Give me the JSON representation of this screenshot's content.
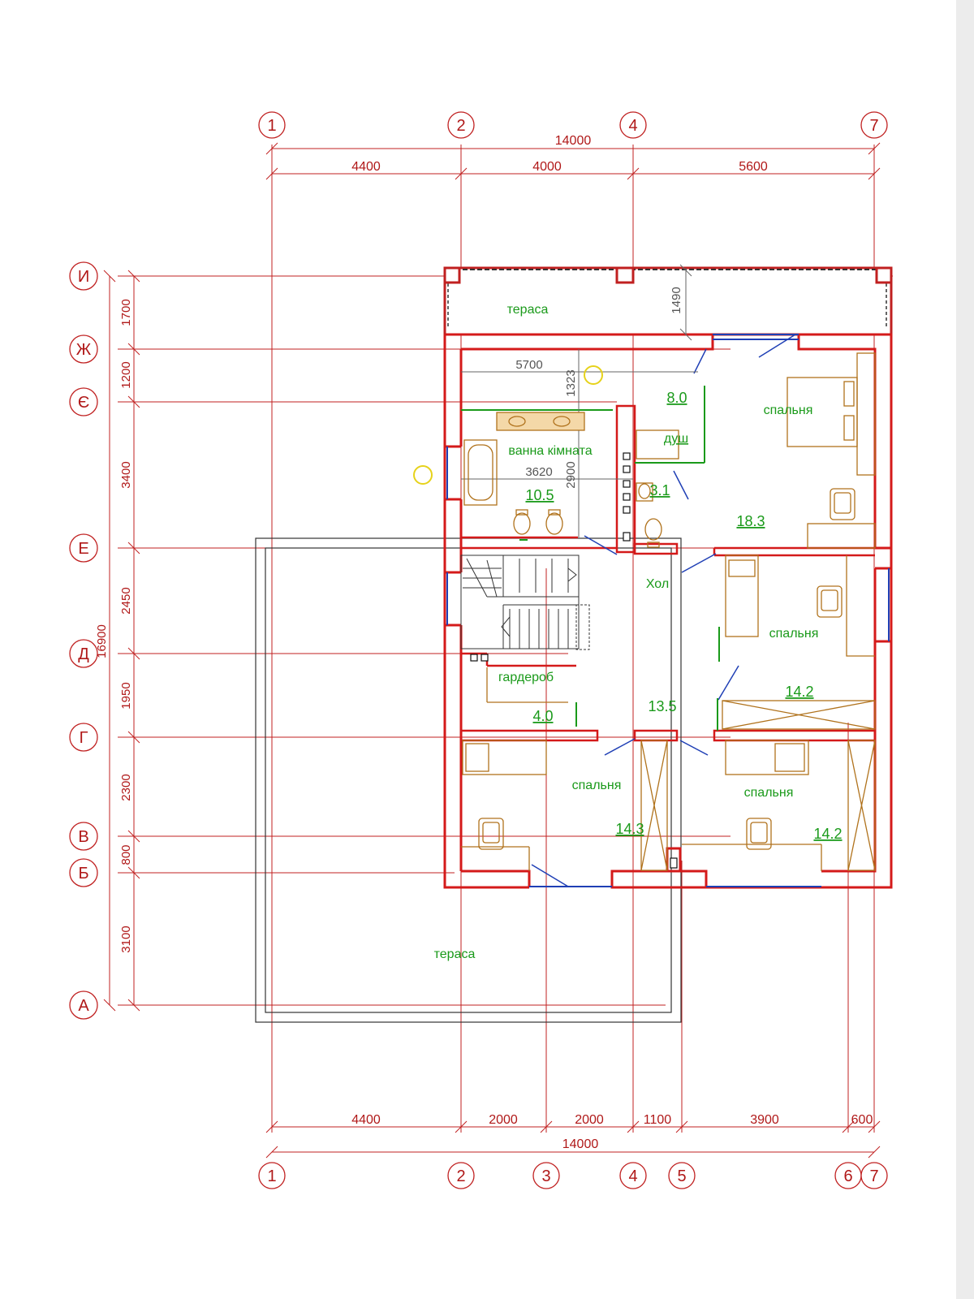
{
  "plan": {
    "col_axes_top": [
      "1",
      "2",
      "4",
      "7"
    ],
    "col_axes_bottom": [
      "1",
      "2",
      "3",
      "4",
      "5",
      "6",
      "7"
    ],
    "row_axes": [
      "И",
      "Ж",
      "Є",
      "Е",
      "Д",
      "Г",
      "В",
      "Б",
      "А"
    ],
    "top_dims": {
      "total": "14000",
      "d1": "4400",
      "d2": "4000",
      "d3": "5600"
    },
    "bottom_dims": {
      "total": "14000",
      "d1": "4400",
      "d2": "2000",
      "d3": "2000",
      "d4": "1100",
      "d5": "3900",
      "d6": "600"
    },
    "left_dims": {
      "total": "16900",
      "r1": "1700",
      "r2": "1200",
      "r3": "3400",
      "r4": "2450",
      "r5": "1950",
      "r6": "2300",
      "r7": "800",
      "r8": "3100"
    },
    "inner_dims": {
      "d5700": "5700",
      "d3620": "3620",
      "d1323": "1323",
      "d2900": "2900",
      "d1490": "1490"
    },
    "rooms": {
      "terrace_top": "тераса",
      "terrace_bottom": "тераса",
      "bathroom": "ванна кімната",
      "bathroom_area": "10.5",
      "shower": "душ",
      "wc_area": "3.1",
      "shower_area": "8.0",
      "bedroom_ne": "спальня",
      "bedroom_ne_area": "18.3",
      "hall": "Хол",
      "hall_area": "13.5",
      "bedroom_e": "спальня",
      "bedroom_e_area": "14.2",
      "wardrobe": "гардероб",
      "wardrobe_area": "4.0",
      "bedroom_sw": "спальня",
      "bedroom_sw_area": "14.3",
      "bedroom_se": "спальня",
      "bedroom_se_area": "14.2"
    }
  }
}
